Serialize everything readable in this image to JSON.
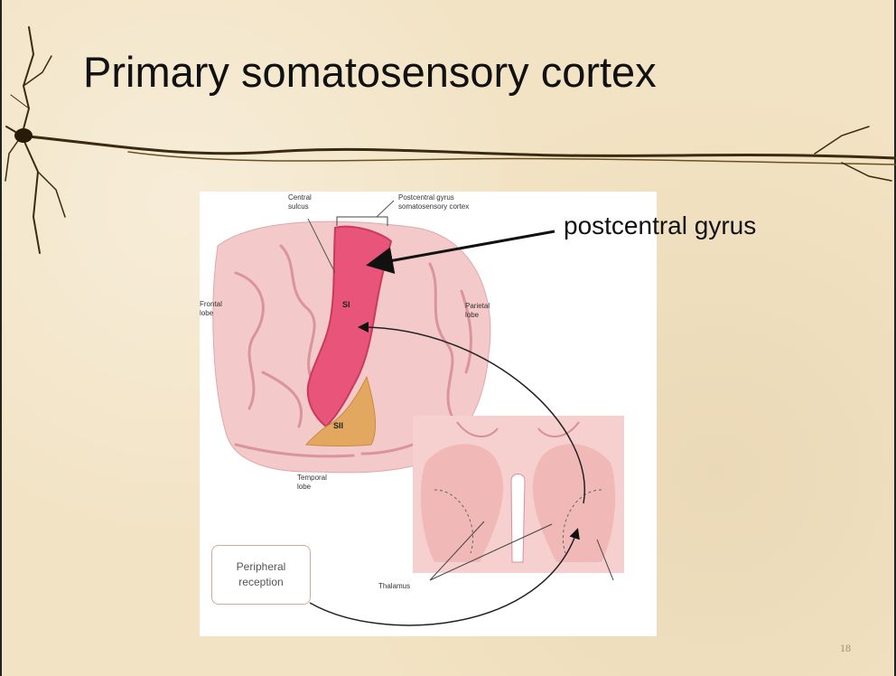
{
  "slide": {
    "title": "Primary somatosensory cortex",
    "page_number": "18"
  },
  "figure": {
    "labels": {
      "central_sulcus": "Central\nsulcus",
      "postcentral_header": "Postcentral gyrus\nsomatosensory cortex",
      "frontal_lobe": "Frontal\nlobe",
      "parietal_lobe": "Parietal\nlobe",
      "si": "SI",
      "sii": "SII",
      "temporal_lobe": "Temporal\nlobe",
      "thalamus": "Thalamus",
      "peripheral_reception": "Peripheral\nreception"
    },
    "colors": {
      "brain": "#f3c9c9",
      "gyrus": "#e8547a",
      "sii": "#e3a860",
      "thalamus_panel": "#f6cfcf"
    }
  },
  "annotation": {
    "text": "postcentral gyrus"
  }
}
